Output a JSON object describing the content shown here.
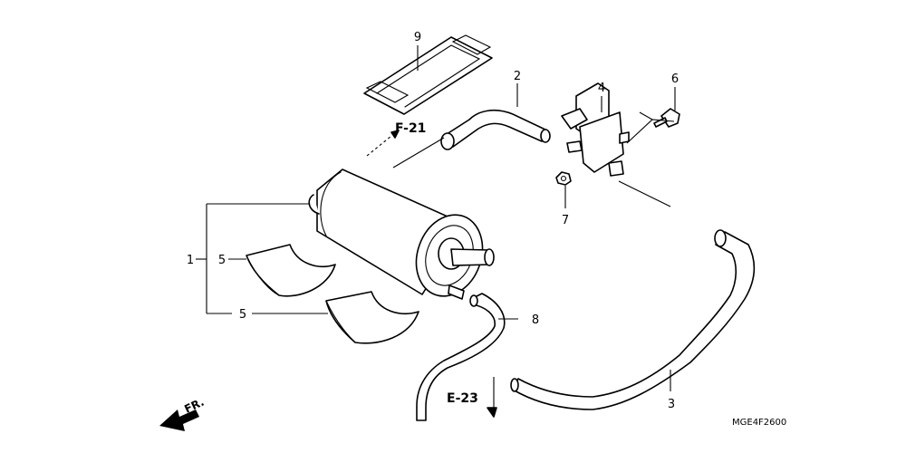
{
  "callouts": {
    "c1": "1",
    "c2": "2",
    "c3": "3",
    "c4": "4",
    "c5a": "5",
    "c5b": "5",
    "c6": "6",
    "c7": "7",
    "c8": "8",
    "c9": "9"
  },
  "refs": {
    "f21": "F-21",
    "e23": "E-23"
  },
  "front_label": "FR.",
  "diagram_code": "MGE4F2600"
}
